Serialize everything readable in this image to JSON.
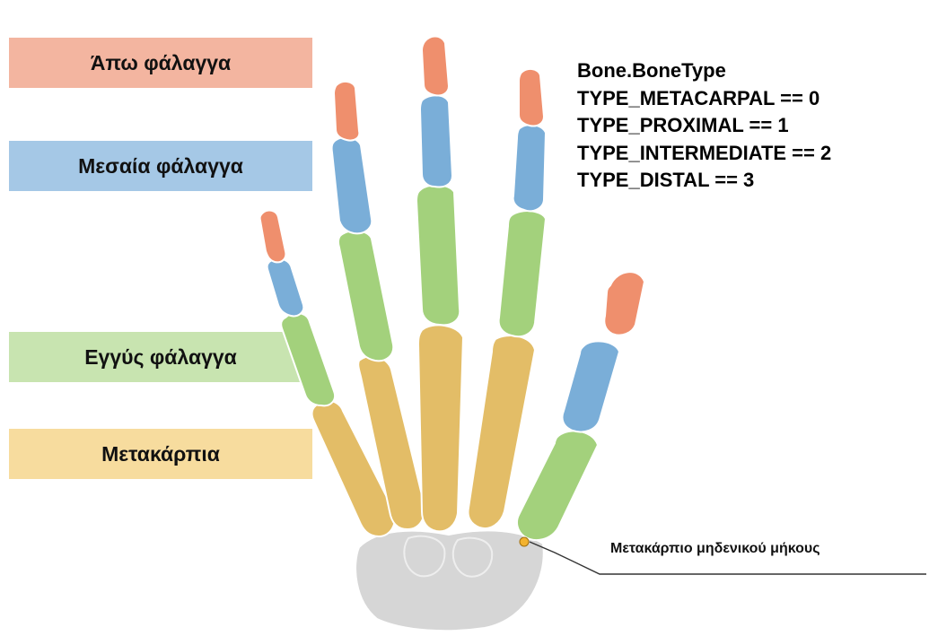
{
  "legend": [
    {
      "label": "Άπω φάλαγγα",
      "color": "#f3b5a0"
    },
    {
      "label": "Μεσαία φάλαγγα",
      "color": "#a5c8e6"
    },
    {
      "label": "Εγγύς φάλαγγα",
      "color": "#c8e4b0"
    },
    {
      "label": "Μετακάρπια",
      "color": "#f7dc9e"
    }
  ],
  "code": {
    "title": "Bone.BoneType",
    "lines": [
      "TYPE_METACARPAL == 0",
      "TYPE_PROXIMAL == 1",
      "TYPE_INTERMEDIATE == 2",
      "TYPE_DISTAL == 3"
    ]
  },
  "callout": {
    "label": "Μετακάρπιο μηδενικού μήκους"
  },
  "bone_colors": {
    "distal": "#ef8f6d",
    "intermediate": "#7aaed8",
    "proximal": "#a3d17c",
    "metacarpal": "#e3bd67",
    "carpal": "#d6d6d6",
    "zero_length_marker": "#f2b22f"
  }
}
